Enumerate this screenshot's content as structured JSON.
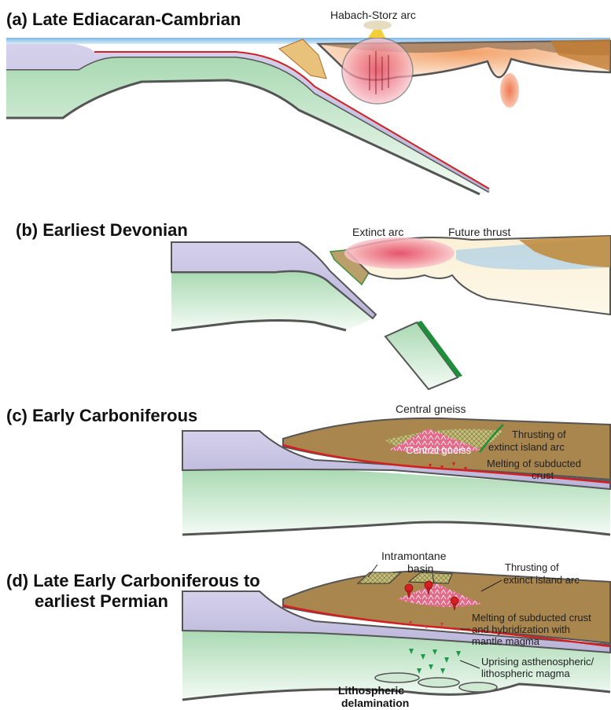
{
  "panels": {
    "a": {
      "title": "(a) Late Ediacaran-Cambrian",
      "labels": {
        "arc": "Habach-Storz arc"
      }
    },
    "b": {
      "title": "(b) Earliest Devonian",
      "labels": {
        "extinct_arc": "Extinct arc",
        "future_thrust": "Future thrust"
      }
    },
    "c": {
      "title": "(c) Early Carboniferous",
      "labels": {
        "central_gneiss_top": "Central gneiss",
        "central_gneiss_inner": "Central gneiss",
        "thrusting_1": "Thrusting of",
        "thrusting_2": "extinct island arc",
        "melting_1": "Melting of subducted",
        "melting_2": "crust"
      }
    },
    "d": {
      "title_1": "(d) Late Early Carboniferous to",
      "title_2": "earliest Permian",
      "labels": {
        "basin_1": "Intramontane",
        "basin_2": "basin",
        "thrusting_1": "Thrusting of",
        "thrusting_2": "extinct island arc",
        "melting_1": "Melting of subducted crust",
        "melting_2": "and hybridization with",
        "melting_3": "mantle magma",
        "uprising_1": "Uprising asthenospheric/",
        "uprising_2": "lithospheric magma",
        "delam_1": "Lithospheric",
        "delam_2": "delamination"
      }
    }
  },
  "colors": {
    "crust_lavender": "#c9c5e2",
    "lithosphere_green": "#cfe9d3",
    "sediment_brown": "#a8864e",
    "arc_red": "#e8556b",
    "ocean_blue": "#9fc9ea",
    "slab_red": "#d42020"
  }
}
